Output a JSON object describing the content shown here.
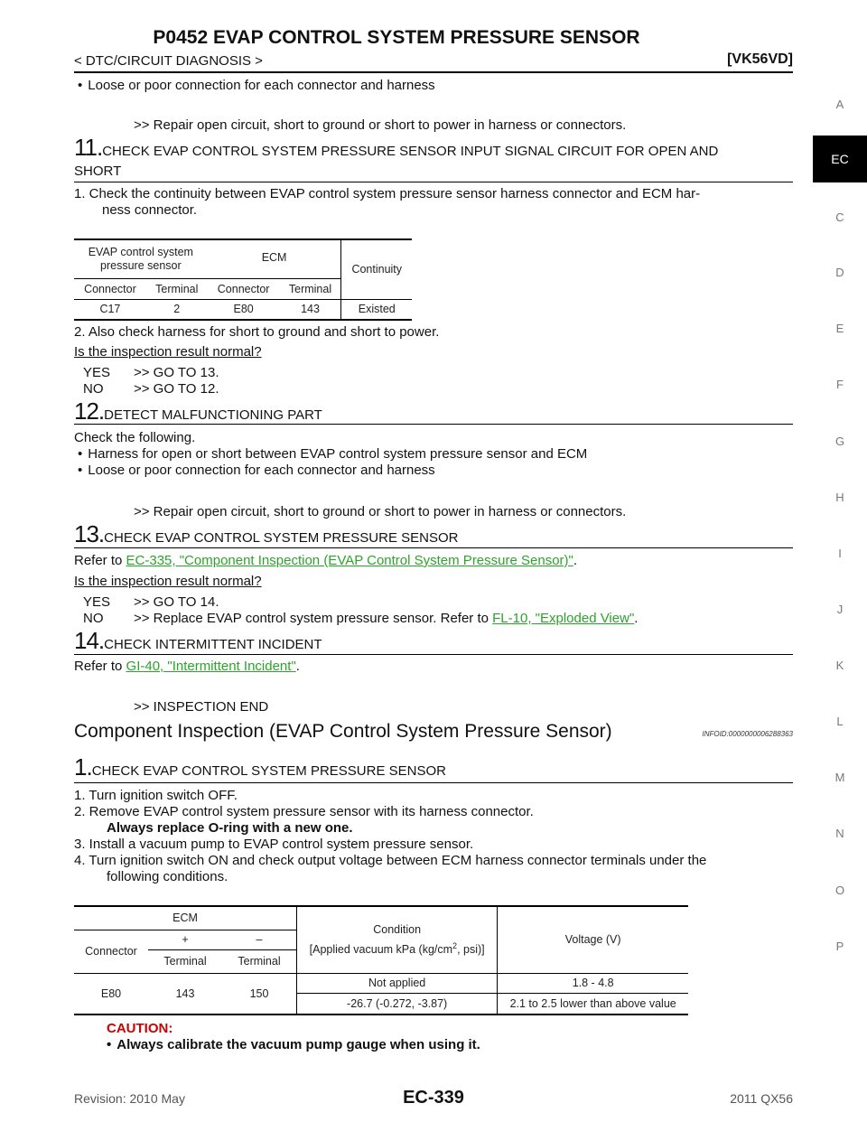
{
  "header": {
    "title": "P0452 EVAP CONTROL SYSTEM PRESSURE SENSOR",
    "section": "< DTC/CIRCUIT DIAGNOSIS >",
    "engine": "[VK56VD]"
  },
  "sidebar": {
    "letters": [
      "A",
      "C",
      "D",
      "E",
      "F",
      "G",
      "H",
      "I",
      "J",
      "K",
      "L",
      "M",
      "N",
      "O",
      "P"
    ],
    "active": "EC"
  },
  "content": {
    "bullet_top": "Loose or poor connection for each connector and harness",
    "repair_1": ">> Repair open circuit, short to ground or short to power in harness or connectors.",
    "step11_num": "11.",
    "step11_title_l1": "CHECK EVAP CONTROL SYSTEM PRESSURE SENSOR INPUT SIGNAL CIRCUIT FOR OPEN AND",
    "step11_title_l2": "SHORT",
    "step11_item1_l1": "1.  Check the continuity between EVAP control system pressure sensor harness connector and ECM har-",
    "step11_item1_l2": "ness connector.",
    "table1": {
      "h_sensor": "EVAP control system",
      "h_sensor2": "pressure sensor",
      "h_ecm": "ECM",
      "h_continuity": "Continuity",
      "h_connector": "Connector",
      "h_terminal": "Terminal",
      "h_connector2": "Connector",
      "h_terminal2": "Terminal",
      "r_connector": "C17",
      "r_terminal": "2",
      "r_connector2": "E80",
      "r_terminal2": "143",
      "r_continuity": "Existed"
    },
    "step11_item2": "2.  Also check harness for short to ground and short to power.",
    "question_1": "Is the inspection result normal?",
    "yes_1_k": "YES",
    "yes_1_v": ">> GO TO 13.",
    "no_1_k": "NO",
    "no_1_v": ">> GO TO 12.",
    "step12_num": "12.",
    "step12_title": "DETECT MALFUNCTIONING PART",
    "step12_intro": "Check the following.",
    "step12_b1": "Harness for open or short between EVAP control system pressure sensor and ECM",
    "step12_b2": "Loose or poor connection for each connector and harness",
    "repair_2": ">> Repair open circuit, short to ground or short to power in harness or connectors.",
    "step13_num": "13.",
    "step13_title": "CHECK EVAP CONTROL SYSTEM PRESSURE SENSOR",
    "refer_to": "Refer to ",
    "step13_link": "EC-335, \"Component Inspection (EVAP Control System Pressure Sensor)\"",
    "period": ".",
    "question_2": "Is the inspection result normal?",
    "yes_2_k": "YES",
    "yes_2_v": ">> GO TO 14.",
    "no_2_k": "NO",
    "no_2_v": ">> Replace EVAP control system pressure sensor. Refer to ",
    "no_2_link": "FL-10, \"Exploded View\"",
    "step14_num": "14.",
    "step14_title": "CHECK INTERMITTENT INCIDENT",
    "step14_link": "GI-40, \"Intermittent Incident\"",
    "inspection_end": ">> INSPECTION END",
    "component_title": "Component Inspection (EVAP Control System Pressure Sensor)",
    "infoid": "INFOID:0000000006288363",
    "cstep1_num": "1.",
    "cstep1_title": "CHECK EVAP CONTROL SYSTEM PRESSURE SENSOR",
    "c_item1": "1.  Turn ignition switch OFF.",
    "c_item2": "2.  Remove EVAP control system pressure sensor with its harness connector.",
    "c_item2_note": "Always replace O-ring with a new one.",
    "c_item3": "3.  Install a vacuum pump to EVAP control system pressure sensor.",
    "c_item4_l1": "4.  Turn ignition switch ON and check output voltage between ECM harness connector terminals under the",
    "c_item4_l2": "following conditions.",
    "table2": {
      "h_ecm": "ECM",
      "h_connector": "Connector",
      "h_plus": "+",
      "h_minus": "–",
      "h_terminal_p": "Terminal",
      "h_terminal_m": "Terminal",
      "h_condition_l1": "Condition",
      "h_condition_l2a": "[Applied vacuum kPa (kg/cm",
      "h_condition_sup": "2",
      "h_condition_l2b": ", psi)]",
      "h_voltage": "Voltage (V)",
      "r_connector": "E80",
      "r_plus": "143",
      "r_minus": "150",
      "r1_condition": "Not applied",
      "r1_voltage": "1.8 - 4.8",
      "r2_condition": "-26.7 (-0.272, -3.87)",
      "r2_voltage": "2.1 to 2.5 lower than above value"
    },
    "caution_label": "CAUTION:",
    "caution_text": "Always calibrate the vacuum pump gauge when using it."
  },
  "footer": {
    "revision": "Revision: 2010 May",
    "page": "EC-339",
    "model": "2011 QX56"
  }
}
